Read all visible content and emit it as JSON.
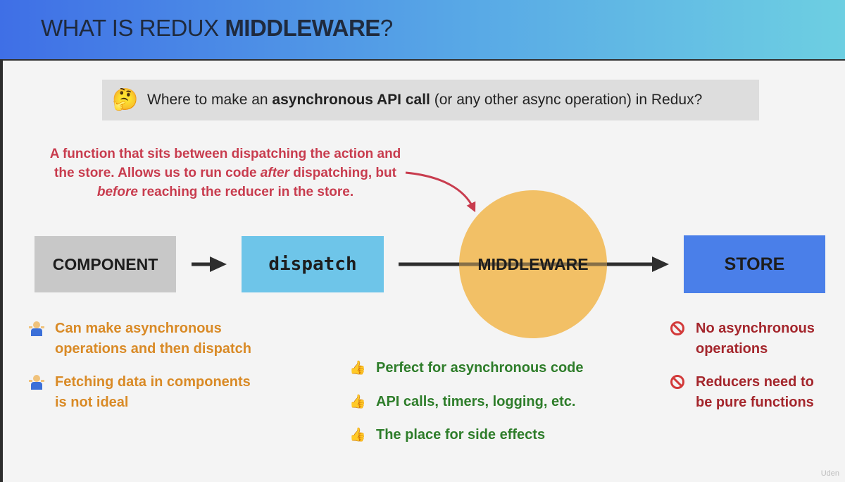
{
  "header": {
    "title_regular": "WHAT IS REDUX ",
    "title_bold": "MIDDLEWARE",
    "title_suffix": "?"
  },
  "question": {
    "emoji": "🤔",
    "prefix": "Where to make an ",
    "bold": "asynchronous API call",
    "suffix": " (or any other async operation) in Redux?"
  },
  "definition": {
    "line1": "A function that sits between dispatching the action and",
    "line2_pre": "the store. Allows us to run code ",
    "line2_em": "after",
    "line2_post": " dispatching, but",
    "line3_em": "before",
    "line3_post": " reaching the reducer in the store."
  },
  "diagram": {
    "component": "COMPONENT",
    "dispatch": "dispatch",
    "middleware": "MIDDLEWARE",
    "store": "STORE"
  },
  "component_notes": [
    {
      "line1": "Can make asynchronous",
      "line2": "operations and then dispatch"
    },
    {
      "line1": "Fetching data in components",
      "line2": "is not ideal"
    }
  ],
  "middleware_notes": [
    "Perfect for asynchronous code",
    "API calls, timers, logging, etc.",
    "The place for side effects"
  ],
  "store_notes": [
    {
      "line1": "No asynchronous",
      "line2": "operations"
    },
    {
      "line1": "Reducers need to",
      "line2": "be pure functions"
    }
  ],
  "icons": {
    "component_note": "person-shrugging-icon",
    "middleware_note": "thumbs-up-icon",
    "store_note": "no-entry-icon"
  },
  "colors": {
    "header_start": "#3f6fe6",
    "header_end": "#6dcfe2",
    "component_box": "#c8c8c8",
    "dispatch_box": "#6ec5e9",
    "middleware_circle": "#f2c066",
    "store_box": "#4a7fe9",
    "definition_text": "#c83c4e",
    "component_notes": "#d98a26",
    "middleware_notes": "#2e7d2a",
    "store_notes": "#a4262c"
  },
  "watermark": "Uden"
}
